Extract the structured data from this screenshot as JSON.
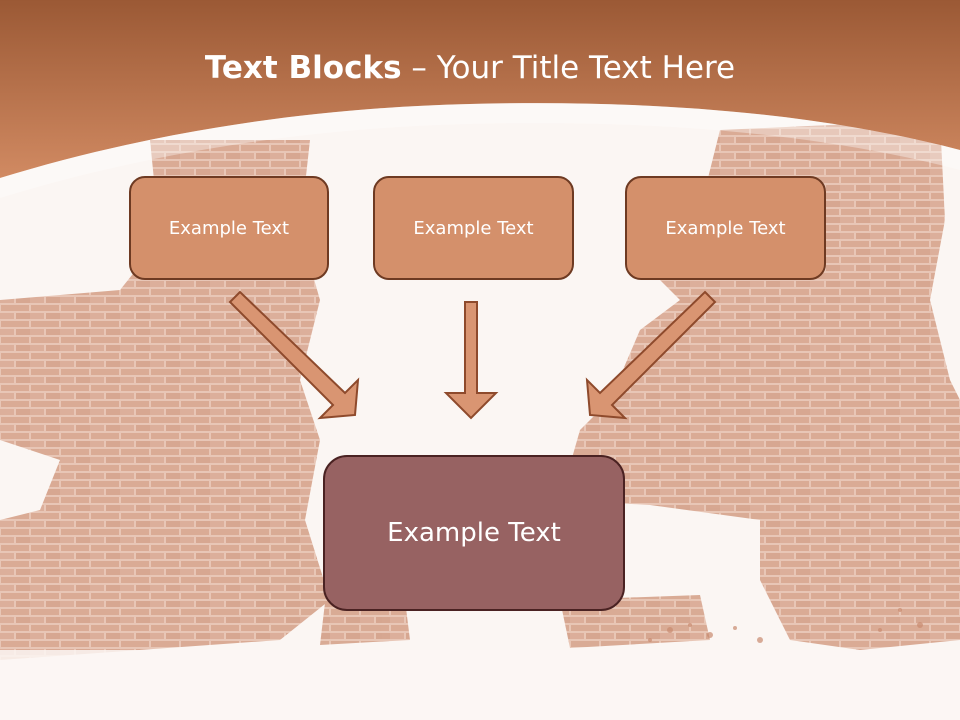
{
  "slide": {
    "title_bold": "Text Blocks",
    "title_dash": " – ",
    "title_rest": "Your Title Text Here"
  },
  "blocks": [
    {
      "label": "Example Text"
    },
    {
      "label": "Example Text"
    },
    {
      "label": "Example Text"
    }
  ],
  "target_block": {
    "label": "Example Text"
  },
  "colors": {
    "header": "#c87d55",
    "header_dark": "#9c5a36",
    "box_fill": "#d4906b",
    "box_border": "#6e3a22",
    "target_fill": "#976262",
    "arrow_fill": "#d99572",
    "brick": "#d9a48b",
    "background": "#fbf6f3"
  }
}
